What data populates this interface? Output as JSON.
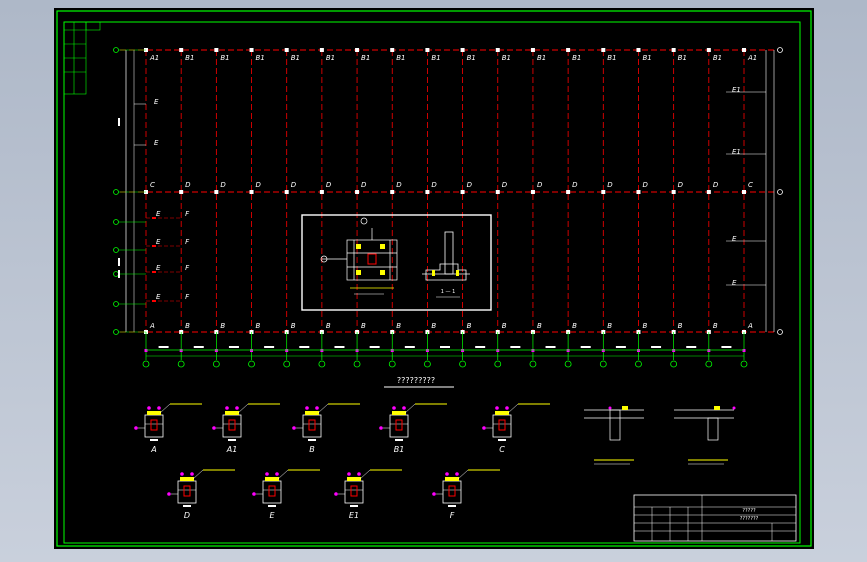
{
  "top_axis_labels": [
    "A1",
    "B1",
    "B1",
    "B1",
    "B1",
    "B1",
    "B1",
    "B1",
    "B1",
    "B1",
    "B1",
    "B1",
    "B1",
    "B1",
    "B1",
    "B1",
    "B1",
    "A1"
  ],
  "mid_axis_labels": [
    "C",
    "D",
    "D",
    "D",
    "D",
    "D",
    "D",
    "D",
    "D",
    "D",
    "D",
    "D",
    "D",
    "D",
    "D",
    "D",
    "D",
    "C"
  ],
  "bot_axis_labels": [
    "A",
    "B",
    "B",
    "B",
    "B",
    "B",
    "B",
    "B",
    "B",
    "B",
    "B",
    "B",
    "B",
    "B",
    "B",
    "B",
    "B",
    "A"
  ],
  "left_upper_labels": [
    "E",
    "E"
  ],
  "left_lower_labels": [
    "E",
    "E",
    "E",
    "E"
  ],
  "left_lower_f_labels": [
    "F",
    "F",
    "F",
    "F"
  ],
  "right_upper_labels": [
    "E1",
    "E1"
  ],
  "right_lower_labels": [
    "E",
    "E"
  ],
  "detail_section_label": "1 — 1",
  "section_title": "?????????",
  "details": [
    {
      "label": "A"
    },
    {
      "label": "A1"
    },
    {
      "label": "B"
    },
    {
      "label": "B1"
    },
    {
      "label": "C"
    },
    {
      "label": "D"
    },
    {
      "label": "E"
    },
    {
      "label": "E1"
    },
    {
      "label": "F"
    }
  ],
  "title_block": {
    "name": "?????",
    "drawing": "???????"
  },
  "colors": {
    "background": "#000000",
    "frame": "#00ff00",
    "grid": "#ff0000",
    "text": "#ffffff",
    "accent": "#ff00ff",
    "highlight": "#ffff00"
  }
}
